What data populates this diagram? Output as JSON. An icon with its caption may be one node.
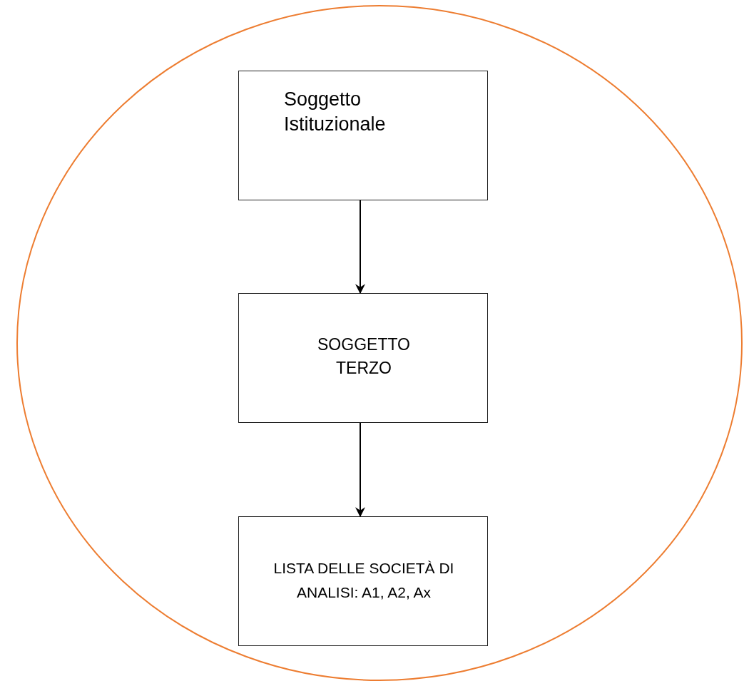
{
  "diagram": {
    "nodes": [
      {
        "text": [],
        "shape": "circle"
      },
      {
        "text": [
          "Soggetto Istituzionale"
        ],
        "in": 0
      },
      {
        "text": [
          "SOGGETTO TERZO"
        ],
        "in": 0
      },
      {
        "text": [
          "LISTA DELLE SOCIETÀ DI ANALISI: A1, A2, Ax"
        ],
        "in": 0
      }
    ],
    "edges": [
      {
        "from": 1,
        "to": 2,
        "arrow": "to"
      },
      {
        "from": 2,
        "to": 3,
        "arrow": "to"
      }
    ]
  }
}
